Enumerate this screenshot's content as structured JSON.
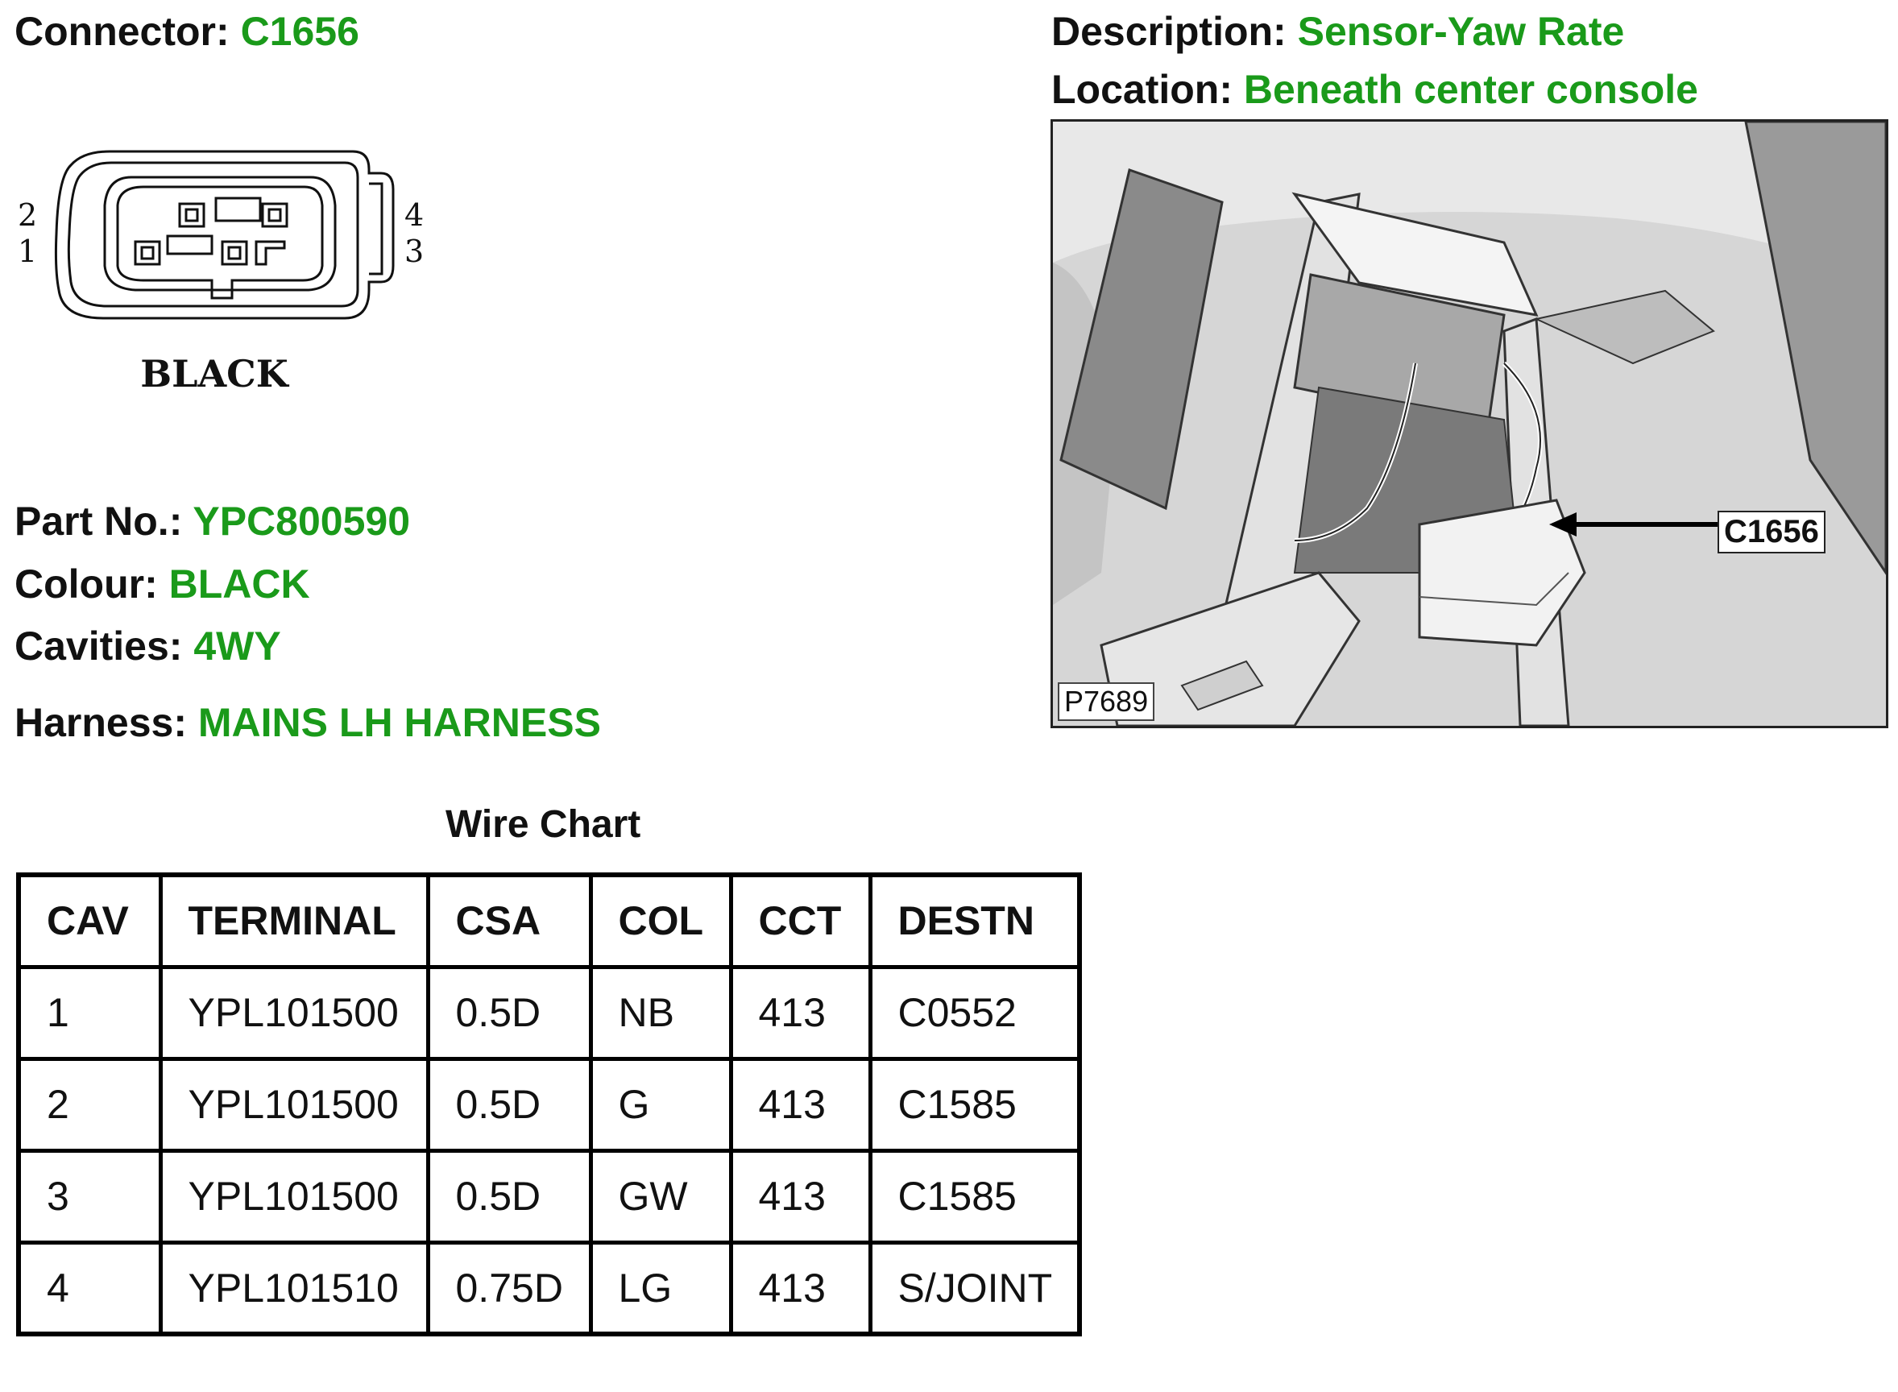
{
  "connector": {
    "label": "Connector:",
    "value": "C1656"
  },
  "description": {
    "label": "Description:",
    "value": "Sensor-Yaw Rate"
  },
  "location": {
    "label": "Location:",
    "value": "Beneath center console"
  },
  "diagram": {
    "pin_left_top": "2",
    "pin_left_bottom": "1",
    "pin_right_top": "4",
    "pin_right_bottom": "3",
    "colour_label": "BLACK"
  },
  "photo": {
    "ref": "P7689",
    "callout": "C1656"
  },
  "part_no": {
    "label": "Part No.:",
    "value": "YPC800590"
  },
  "colour": {
    "label": "Colour:",
    "value": "BLACK"
  },
  "cavities": {
    "label": "Cavities:",
    "value": "4WY"
  },
  "harness": {
    "label": "Harness:",
    "value": "MAINS LH HARNESS"
  },
  "wire_chart": {
    "title": "Wire Chart",
    "headers": [
      "CAV",
      "TERMINAL",
      "CSA",
      "COL",
      "CCT",
      "DESTN"
    ],
    "rows": [
      [
        "1",
        "YPL101500",
        "0.5D",
        "NB",
        "413",
        "C0552"
      ],
      [
        "2",
        "YPL101500",
        "0.5D",
        "G",
        "413",
        "C1585"
      ],
      [
        "3",
        "YPL101500",
        "0.5D",
        "GW",
        "413",
        "C1585"
      ],
      [
        "4",
        "YPL101510",
        "0.75D",
        "LG",
        "413",
        "S/JOINT"
      ]
    ]
  },
  "colors": {
    "value_green": "#1a9a1a",
    "text": "#111111"
  }
}
